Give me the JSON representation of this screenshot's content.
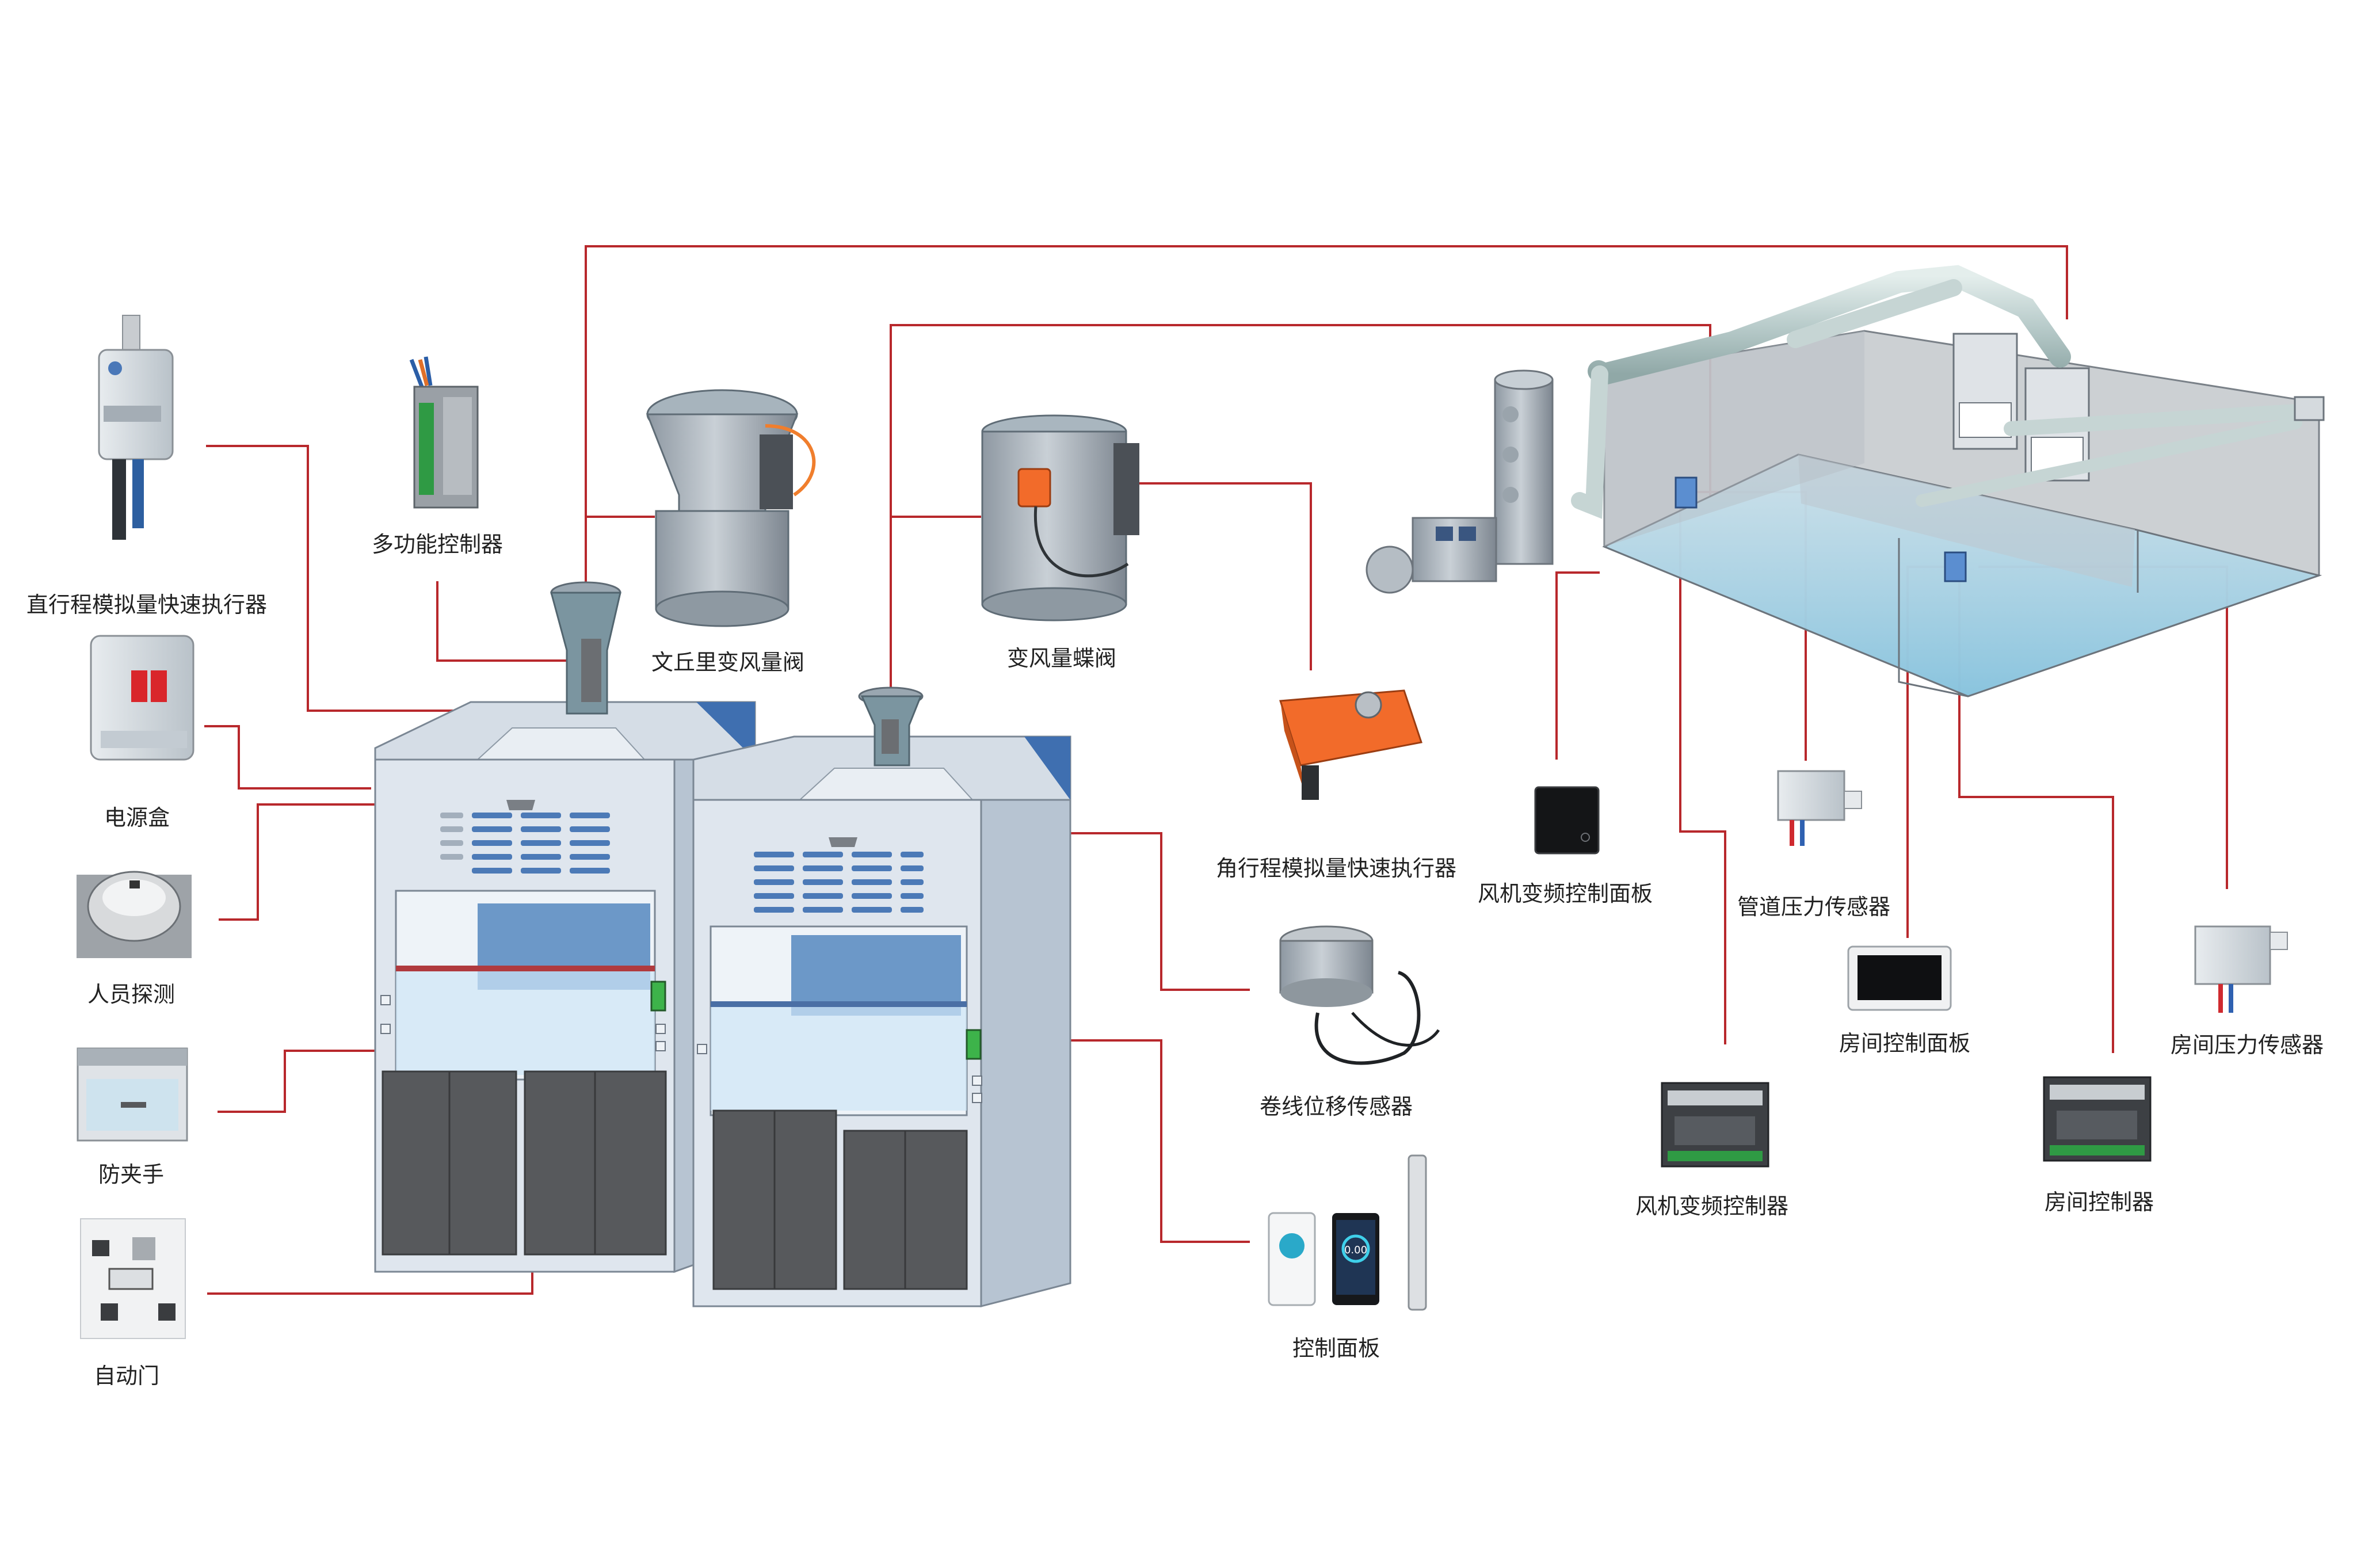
{
  "components": {
    "linear_actuator": "直行程模拟量快速执行器",
    "power_box": "电源盒",
    "presence_sensor": "人员探测",
    "anti_pinch": "防夹手",
    "auto_door": "自动门",
    "multi_controller": "多功能控制器",
    "venturi_valve": "文丘里变风量阀",
    "butterfly_valve": "变风量蝶阀",
    "angular_actuator": "角行程模拟量快速执行器",
    "wire_sensor": "卷线位移传感器",
    "control_panel": "控制面板",
    "fan_vfd_panel": "风机变频控制面板",
    "duct_pressure_sensor": "管道压力传感器",
    "room_control_panel": "房间控制面板",
    "room_pressure_sensor": "房间压力传感器",
    "fan_vfd_controller": "风机变频控制器",
    "room_controller": "房间控制器"
  },
  "colors": {
    "connector": "#b8282c",
    "cabinet_body": "#c9d3de",
    "cabinet_front": "#dde4ec",
    "blue_accent": "#5b87b8",
    "dark_panel": "#55585c",
    "duct": "#c6d5d4",
    "room_glass": "#8fc9e3",
    "actuator_orange": "#f26b2a"
  },
  "icons": {
    "display_value": "0.00"
  }
}
